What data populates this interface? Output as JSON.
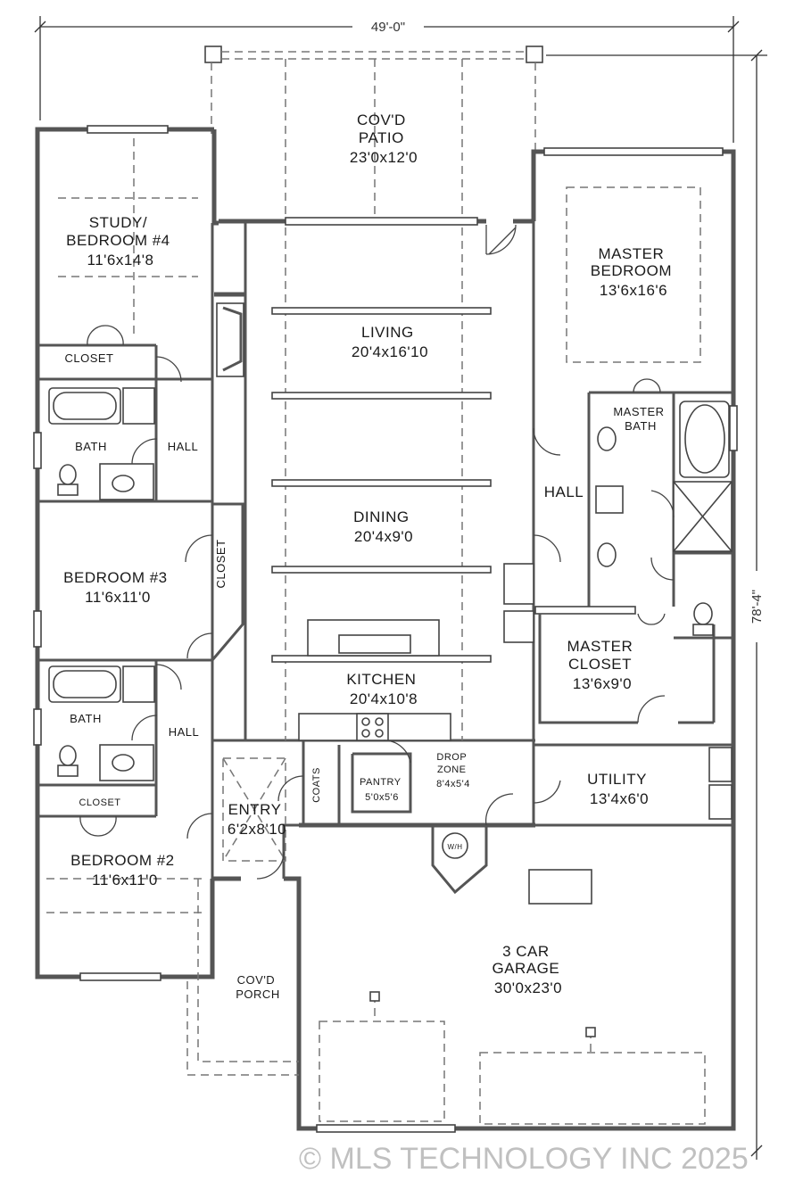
{
  "dimensions": {
    "width_label": "49'-0\"",
    "depth_label": "78'-4\""
  },
  "rooms": {
    "patio": {
      "line1": "COV'D",
      "line2": "PATIO",
      "size": "23'0x12'0"
    },
    "study": {
      "line1": "STUDY/",
      "line2": "BEDROOM #4",
      "size": "11'6x14'8"
    },
    "closet_study": {
      "label": "CLOSET"
    },
    "living": {
      "label": "LIVING",
      "size": "20'4x16'10"
    },
    "master_bedroom": {
      "line1": "MASTER",
      "line2": "BEDROOM",
      "size": "13'6x16'6"
    },
    "bath1": {
      "label": "BATH"
    },
    "hall1": {
      "label": "HALL"
    },
    "master_bath": {
      "line1": "MASTER",
      "line2": "BATH"
    },
    "hall_master": {
      "label": "HALL"
    },
    "dining": {
      "label": "DINING",
      "size": "20'4x9'0"
    },
    "bedroom3": {
      "label": "BEDROOM #3",
      "size": "11'6x11'0"
    },
    "closet_b3": {
      "label": "CLOSET"
    },
    "master_closet": {
      "line1": "MASTER",
      "line2": "CLOSET",
      "size": "13'6x9'0"
    },
    "kitchen": {
      "label": "KITCHEN",
      "size": "20'4x10'8"
    },
    "bath2": {
      "label": "BATH"
    },
    "hall2": {
      "label": "HALL"
    },
    "closet_b2": {
      "label": "CLOSET"
    },
    "coats": {
      "label": "COATS"
    },
    "pantry": {
      "label": "PANTRY",
      "size": "5'0x5'6"
    },
    "drop_zone": {
      "line1": "DROP",
      "line2": "ZONE",
      "size": "8'4x5'4"
    },
    "utility": {
      "label": "UTILITY",
      "size": "13'4x6'0"
    },
    "entry": {
      "label": "ENTRY",
      "size": "6'2x8'10"
    },
    "bedroom2": {
      "label": "BEDROOM #2",
      "size": "11'6x11'0"
    },
    "water_heater": {
      "label": "W/H"
    },
    "garage": {
      "line1": "3 CAR",
      "line2": "GARAGE",
      "size": "30'0x23'0"
    },
    "porch": {
      "line1": "COV'D",
      "line2": "PORCH"
    }
  },
  "watermark": "© MLS TECHNOLOGY INC 2025"
}
